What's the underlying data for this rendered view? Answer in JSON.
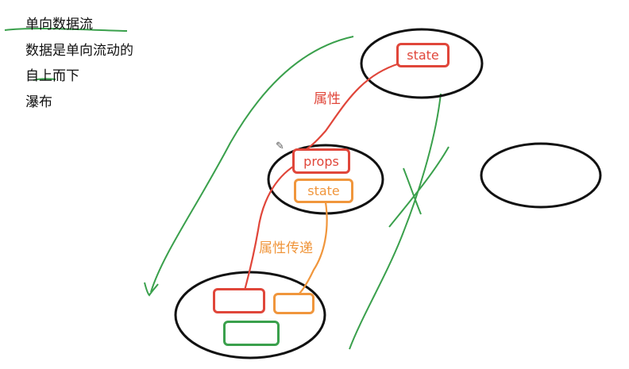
{
  "notes": {
    "line1": "单向数据流",
    "line2": "数据是单向流动的",
    "line3": "自上而下",
    "line4": "瀑布"
  },
  "diagram": {
    "top_node": {
      "state_label": "state"
    },
    "middle_node": {
      "props_label": "props",
      "state_label": "state"
    },
    "edge_labels": {
      "attribute": "属性",
      "attribute_passing": "属性传递"
    }
  },
  "colors": {
    "red": "#e0463a",
    "orange": "#f0963c",
    "green": "#3aa04c",
    "ink": "#111111"
  }
}
